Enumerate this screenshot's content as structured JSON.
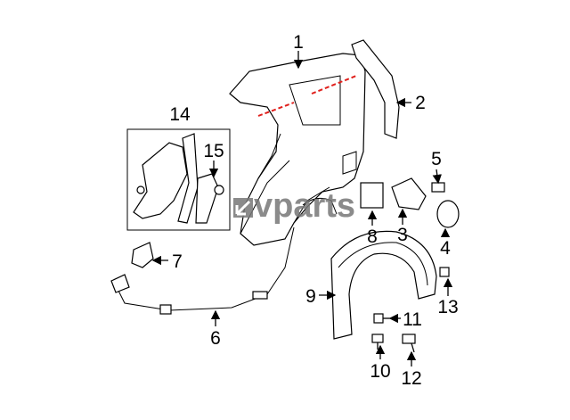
{
  "callouts": [
    "1",
    "2",
    "3",
    "4",
    "5",
    "6",
    "7",
    "8",
    "9",
    "10",
    "11",
    "12",
    "13",
    "14",
    "15"
  ],
  "watermark": "vparts",
  "colors": {
    "line": "#000000",
    "cut_line": "#e0201c",
    "watermark": "#777777"
  }
}
